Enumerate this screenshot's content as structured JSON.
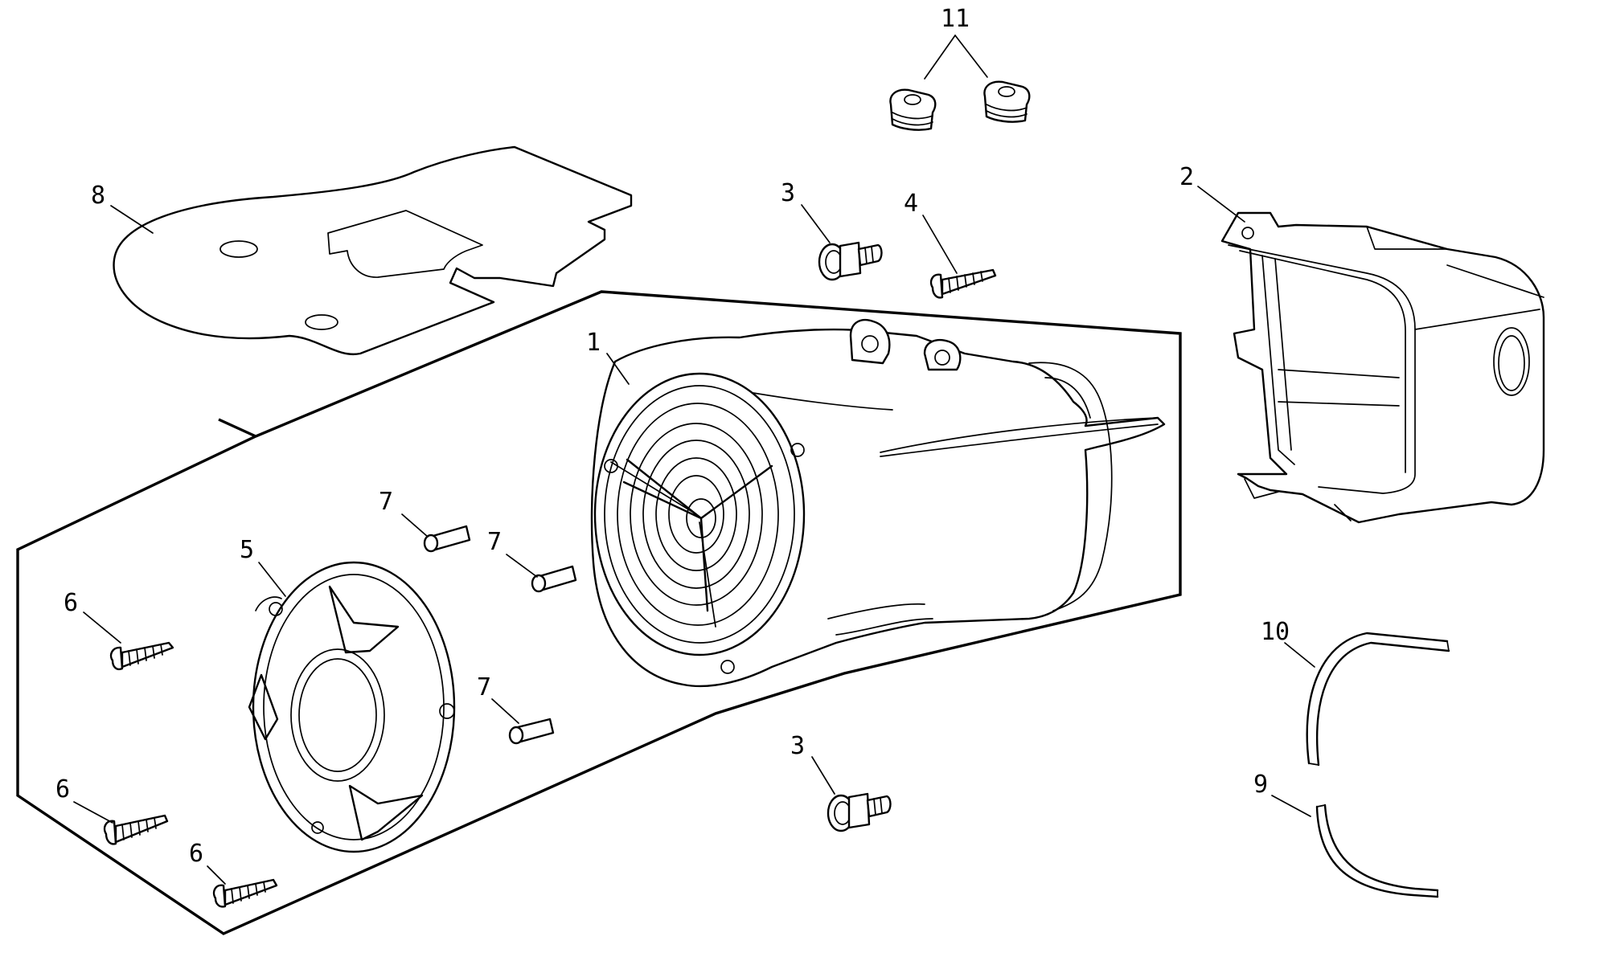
{
  "parts": [
    {
      "id": "cooling-shroud",
      "callout": "1"
    },
    {
      "id": "shroud-cover",
      "callout": "2"
    },
    {
      "id": "flange-bolt-upper",
      "callout": "3"
    },
    {
      "id": "flange-bolt-lower",
      "callout": "3"
    },
    {
      "id": "screw",
      "callout": "4"
    },
    {
      "id": "fan-cover",
      "callout": "5"
    },
    {
      "id": "tapping-screw-1",
      "callout": "6"
    },
    {
      "id": "tapping-screw-2",
      "callout": "6"
    },
    {
      "id": "tapping-screw-3",
      "callout": "6"
    },
    {
      "id": "pin-1",
      "callout": "7"
    },
    {
      "id": "pin-2",
      "callout": "7"
    },
    {
      "id": "pin-3",
      "callout": "7"
    },
    {
      "id": "gasket-plate",
      "callout": "8"
    },
    {
      "id": "seal-strip-lower",
      "callout": "9"
    },
    {
      "id": "seal-strip-upper",
      "callout": "10"
    },
    {
      "id": "rubber-grommets",
      "callout": "11"
    }
  ]
}
